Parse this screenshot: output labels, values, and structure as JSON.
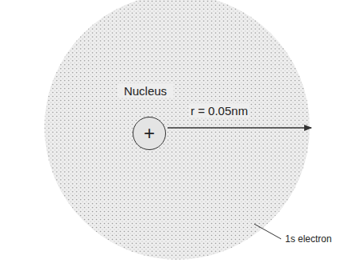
{
  "diagram": {
    "nodes": [
      {
        "text": [
          "Nucleus",
          "+"
        ]
      }
    ],
    "labels": [
      "r = 0.05nm",
      "1s electron"
    ]
  }
}
